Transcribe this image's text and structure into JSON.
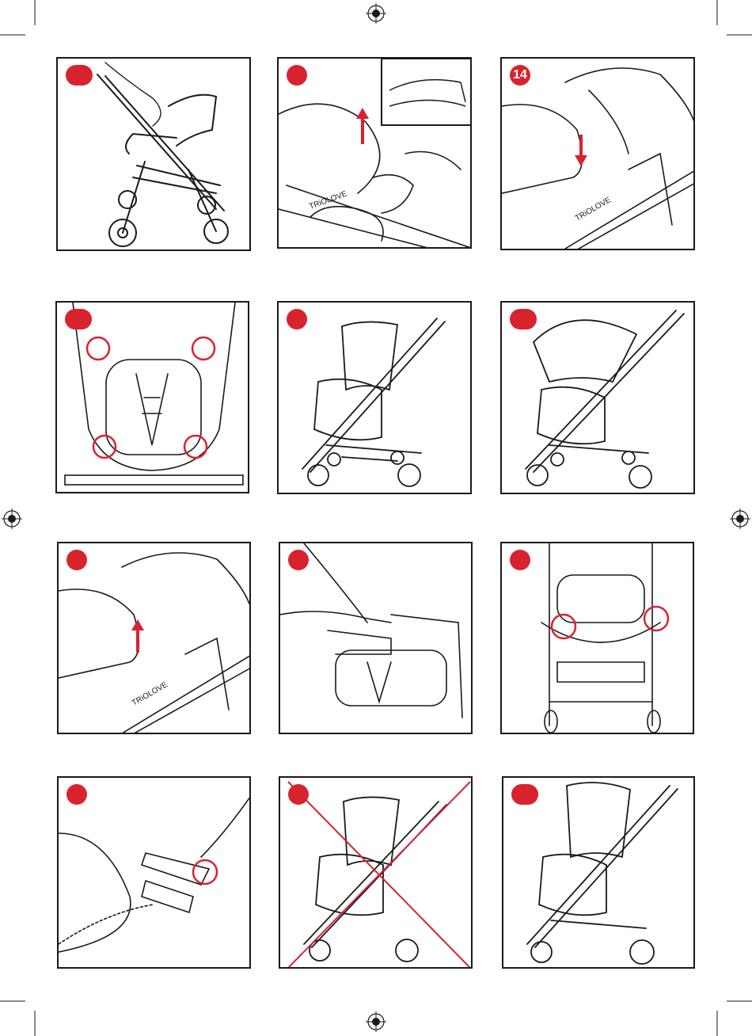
{
  "page": {
    "background": "#ffffff",
    "accent": "#d8232f",
    "line": "#1a1a1a"
  },
  "brand": {
    "text": "TRiOLOVE"
  },
  "panels": [
    {
      "id": "p1",
      "badge": "",
      "scene": "stroller-side-folding",
      "marker": "none"
    },
    {
      "id": "p2",
      "badge": "",
      "scene": "lift-seat-with-inset",
      "marker": "arrow-up"
    },
    {
      "id": "p3",
      "badge": "14",
      "scene": "insert-seat-on-frame",
      "marker": "arrow-down"
    },
    {
      "id": "p4",
      "badge": "",
      "scene": "seat-underside-attachments",
      "marker": "four-circles"
    },
    {
      "id": "p5",
      "badge": "",
      "scene": "stroller-rear-facing",
      "marker": "none"
    },
    {
      "id": "p6",
      "badge": "",
      "scene": "stroller-canopy-open",
      "marker": "none"
    },
    {
      "id": "p7",
      "badge": "",
      "scene": "remove-seat-from-frame",
      "marker": "arrow-up"
    },
    {
      "id": "p8",
      "badge": "",
      "scene": "hand-on-release-lever",
      "marker": "none"
    },
    {
      "id": "p9",
      "badge": "",
      "scene": "front-view-two-buttons",
      "marker": "two-circles"
    },
    {
      "id": "p10",
      "badge": "",
      "scene": "handle-release-button",
      "marker": "one-circle"
    },
    {
      "id": "p11",
      "badge": "",
      "scene": "stroller-not-allowed",
      "marker": "red-cross"
    },
    {
      "id": "p12",
      "badge": "",
      "scene": "stroller-forward-facing",
      "marker": "none"
    }
  ]
}
